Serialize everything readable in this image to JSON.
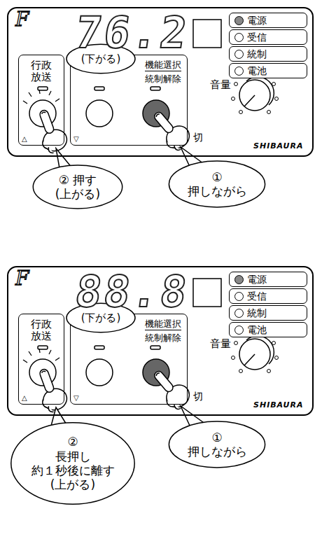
{
  "diagram": {
    "nodes": [
      {
        "text": [
          "F",
          "76.2",
          "音量",
          "切",
          "SHIBAURA"
        ]
      },
      {
        "text": [
          "電源"
        ],
        "in": 0
      },
      {
        "text": [
          "受信"
        ],
        "in": 0
      },
      {
        "text": [
          "統制"
        ],
        "in": 0
      },
      {
        "text": [
          "電池"
        ],
        "in": 0
      },
      {
        "text": [
          "行政放送",
          "△"
        ],
        "in": 0
      },
      {
        "text": [
          "▽",
          "機能選択",
          "統制解除"
        ],
        "in": 0
      },
      {
        "text": [
          "(下がる)"
        ],
        "in": 0
      },
      {
        "text": [
          "② 押す",
          "(上がる)"
        ]
      },
      {
        "text": [
          "①",
          "押しながら"
        ]
      },
      {
        "text": [
          "F",
          "88.8",
          "音量",
          "切",
          "SHIBAURA"
        ]
      },
      {
        "text": [
          "電源"
        ],
        "in": 10
      },
      {
        "text": [
          "受信"
        ],
        "in": 10
      },
      {
        "text": [
          "統制"
        ],
        "in": 10
      },
      {
        "text": [
          "電池"
        ],
        "in": 10
      },
      {
        "text": [
          "行政放送",
          "△"
        ],
        "in": 10
      },
      {
        "text": [
          "▽",
          "機能選択",
          "統制解除"
        ],
        "in": 10
      },
      {
        "text": [
          "(下がる)"
        ],
        "in": 10
      },
      {
        "text": [
          "②",
          "長押し",
          "約１秒後に離す",
          "(上がる)"
        ]
      },
      {
        "text": [
          "①",
          "押しながら"
        ]
      }
    ]
  }
}
